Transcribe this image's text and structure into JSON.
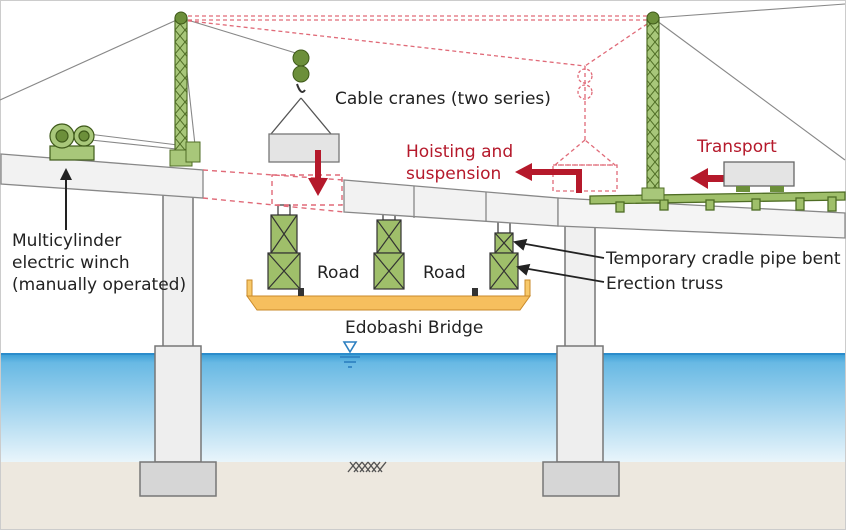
{
  "labels": {
    "cable_cranes": "Cable cranes (two series)",
    "hoisting_line1": "Hoisting and",
    "hoisting_line2": "suspension",
    "transport": "Transport",
    "winch_line1": "Multicylinder",
    "winch_line2": "electric winch",
    "winch_line3": "(manually operated)",
    "pipe_bent": "Temporary cradle pipe bent",
    "erection_truss": "Erection truss",
    "road_left": "Road",
    "road_right": "Road",
    "bridge_name": "Edobashi Bridge"
  },
  "colors": {
    "water_top": "#3a9fd6",
    "water_bottom": "#e6f3fa",
    "ground": "#ede8df",
    "concrete": "#f1f1f1",
    "outline": "#666666",
    "crane_green": "#6c8f3a",
    "crane_light": "#a8c77a",
    "accent_red": "#b5192b",
    "dashed_red": "#e06a78",
    "truss_green": "#9fbf6a",
    "bridge_orange": "#f6bf5e",
    "bridge_orange_light": "#fbd690",
    "gray_box": "#e4e4e4"
  },
  "icons": {
    "water_level": "water-level-triangle-icon",
    "riverbed": "riverbed-hatch-icon",
    "arrow_down": "red-arrow-down-icon",
    "arrow_left": "red-arrow-left-icon"
  }
}
